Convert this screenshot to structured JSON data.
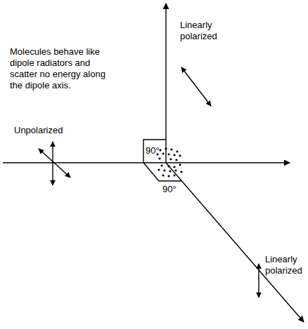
{
  "diagram": {
    "labels": [
      "Linearly polarized",
      "Molecules behave like dipole radiators and scatter no energy along the dipole axis.",
      "Unpolarized",
      "90°",
      "90°",
      "Linearly polarized"
    ]
  }
}
